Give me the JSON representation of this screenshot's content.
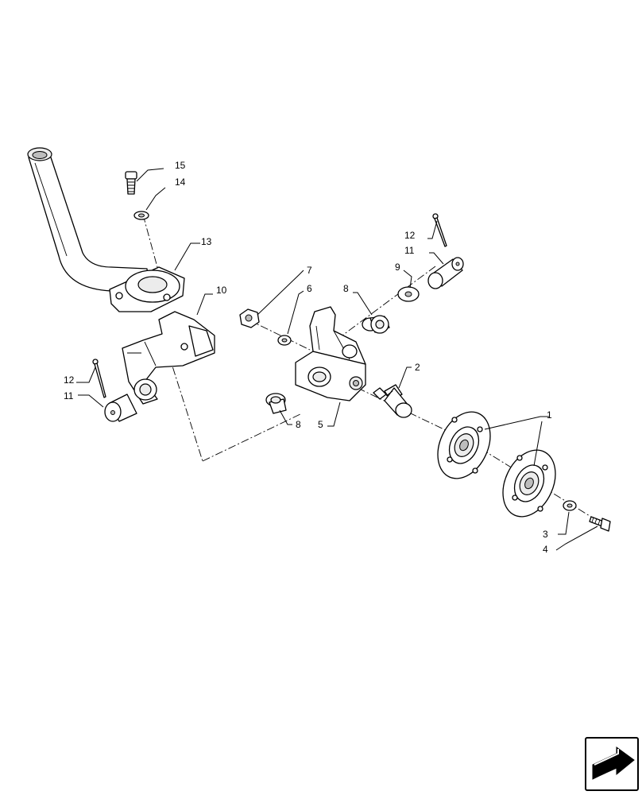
{
  "callouts": {
    "c1": "1",
    "c2": "2",
    "c3": "3",
    "c4": "4",
    "c5": "5",
    "c6": "6",
    "c7": "7",
    "c8a": "8",
    "c8b": "8",
    "c9": "9",
    "c10": "10",
    "c11a": "11",
    "c11b": "11",
    "c12a": "12",
    "c12b": "12",
    "c13": "13",
    "c14": "14",
    "c15": "15"
  },
  "icons": {
    "corner": "next-page-arrow-icon"
  }
}
